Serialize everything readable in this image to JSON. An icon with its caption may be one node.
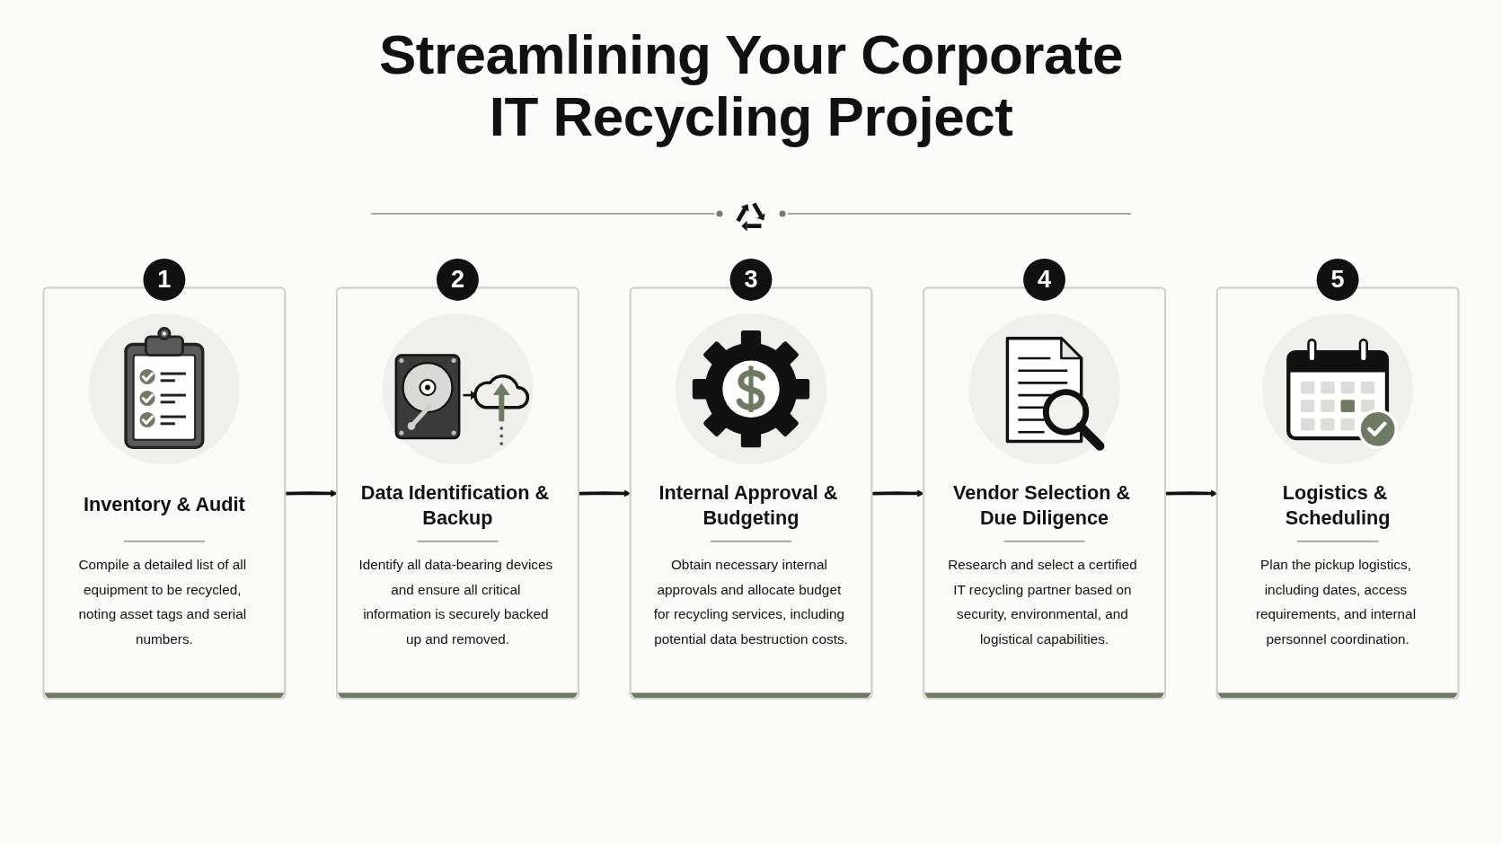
{
  "diagram": {
    "title": "Streamlining Your Corporate IT Recycling Project",
    "nodes": [
      {
        "text": [
          "1",
          "Inventory & Audit",
          "Compile a detailed list of all equipment to be recycled, noting asset tags and serial numbers."
        ]
      },
      {
        "text": [
          "2",
          "Data Identification & Backup",
          "Identify all data-bearing devices and ensure all critical information is securely backed up and removed."
        ]
      },
      {
        "text": [
          "3",
          "Internal Approval & Budgeting",
          "Obtain necessary internal approvals and allocate budget for recycling services, including potential data bestruction costs."
        ]
      },
      {
        "text": [
          "4",
          "Vendor Selection & Due Diligence",
          "Research and select a certified IT recycling partner based on security, environmental, and logistical capabilities."
        ]
      },
      {
        "text": [
          "5",
          "Logistics & Scheduling",
          "Plan the pickup logistics, including dates, access requirements, and internal personnel coordination."
        ]
      }
    ],
    "edges": [
      {
        "from": 0,
        "to": 1,
        "arrow": "to"
      },
      {
        "from": 1,
        "to": 2,
        "arrow": "to"
      },
      {
        "from": 2,
        "to": 3,
        "arrow": "to"
      },
      {
        "from": 3,
        "to": 4,
        "arrow": "to"
      }
    ]
  }
}
